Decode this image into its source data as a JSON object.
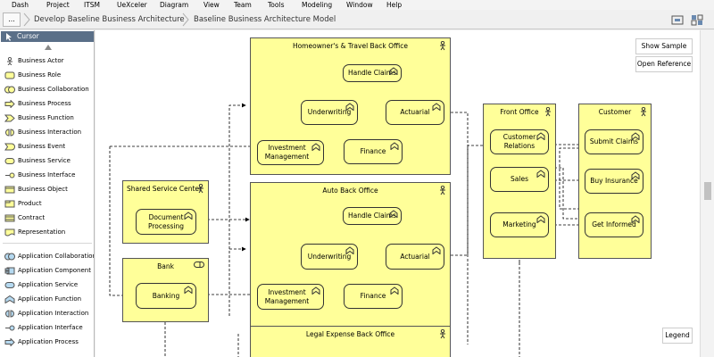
{
  "menu": [
    "Dash",
    "Project",
    "ITSM",
    "UeXceler",
    "Diagram",
    "View",
    "Team",
    "Tools",
    "Modeling",
    "Window",
    "Help"
  ],
  "breadcrumb": {
    "home_label": "...",
    "items": [
      "Develop Baseline Business Architecture",
      "Baseline Business Architecture Model"
    ]
  },
  "palette": {
    "cursor_label": "Cursor",
    "business_items": [
      "Business Actor",
      "Business Role",
      "Business Collaboration",
      "Business Process",
      "Business Function",
      "Business Interaction",
      "Business Event",
      "Business Service",
      "Business Interface",
      "Business Object",
      "Product",
      "Contract",
      "Representation"
    ],
    "application_items": [
      "Application Collaboration",
      "Application Component",
      "Application Service",
      "Application Function",
      "Application Interaction",
      "Application Interface",
      "Application Process"
    ]
  },
  "diagram": {
    "groups": {
      "homeowners": "Homeowner's & Travel Back Office",
      "auto": "Auto Back Office",
      "legal": "Legal Expense Back Office",
      "shared": "Shared Service Center",
      "bank": "Bank",
      "front_office": "Front Office",
      "customer": "Customer"
    },
    "homeowners_functions": {
      "handle_claims": "Handle Claims",
      "underwriting": "Underwriting",
      "actuarial": "Actuarial",
      "finance": "Finance",
      "investment": "Investment Management"
    },
    "auto_functions": {
      "handle_claims": "Handle Claims",
      "underwriting": "Underwriting",
      "actuarial": "Actuarial",
      "finance": "Finance",
      "investment": "Investment Management"
    },
    "shared_functions": {
      "document_processing": "Document Processing"
    },
    "bank_functions": {
      "banking": "Banking"
    },
    "front_office_functions": {
      "customer_relations": "Customer Relations",
      "sales": "Sales",
      "marketing": "Marketing"
    },
    "customer_functions": {
      "submit_claims": "Submit Claims",
      "buy_insurance": "Buy Insurance",
      "get_informed": "Get Informed"
    }
  },
  "buttons": {
    "show_sample": "Show Sample",
    "open_reference": "Open Reference",
    "legend": "Legend"
  },
  "colors": {
    "element_fill": "#ffff99",
    "palette_header": "#5a6f88"
  }
}
